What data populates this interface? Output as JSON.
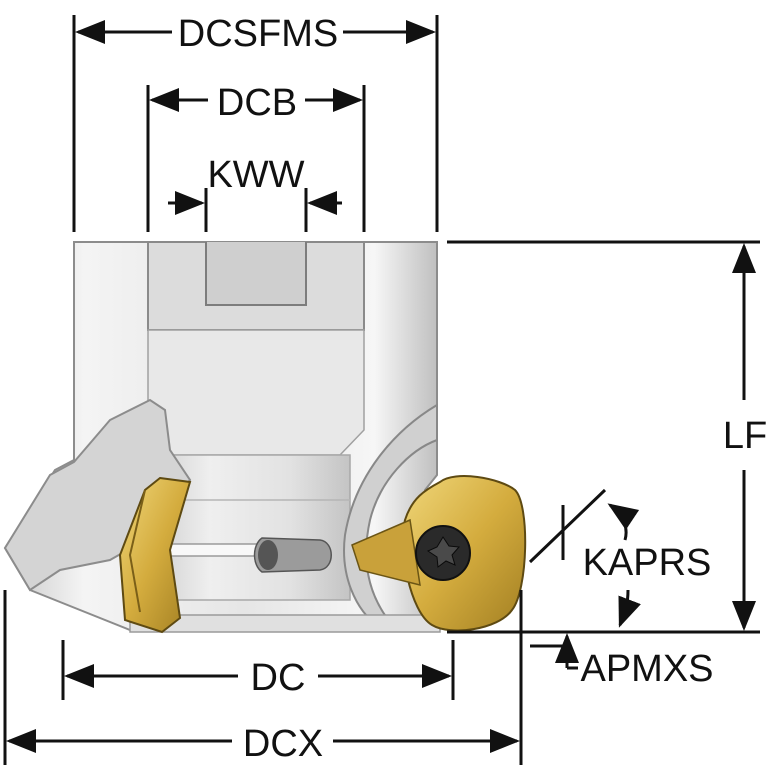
{
  "labels": {
    "dcsfms": "DCSFMS",
    "dcb": "DCB",
    "kww": "KWW",
    "lf": "LF",
    "kaprs": "KAPRS",
    "apmxs": "APMXS",
    "dc": "DC",
    "dcx": "DCX"
  },
  "colors": {
    "background": "#ffffff",
    "line": "#111111",
    "steel_light": "#f2f2f2",
    "steel_mid": "#d6d6d6",
    "steel_dark": "#9a9a9a",
    "insert_gold": "#d6b24a",
    "insert_gold_dark": "#9a7a22",
    "screw_dark": "#1e1e1e"
  }
}
